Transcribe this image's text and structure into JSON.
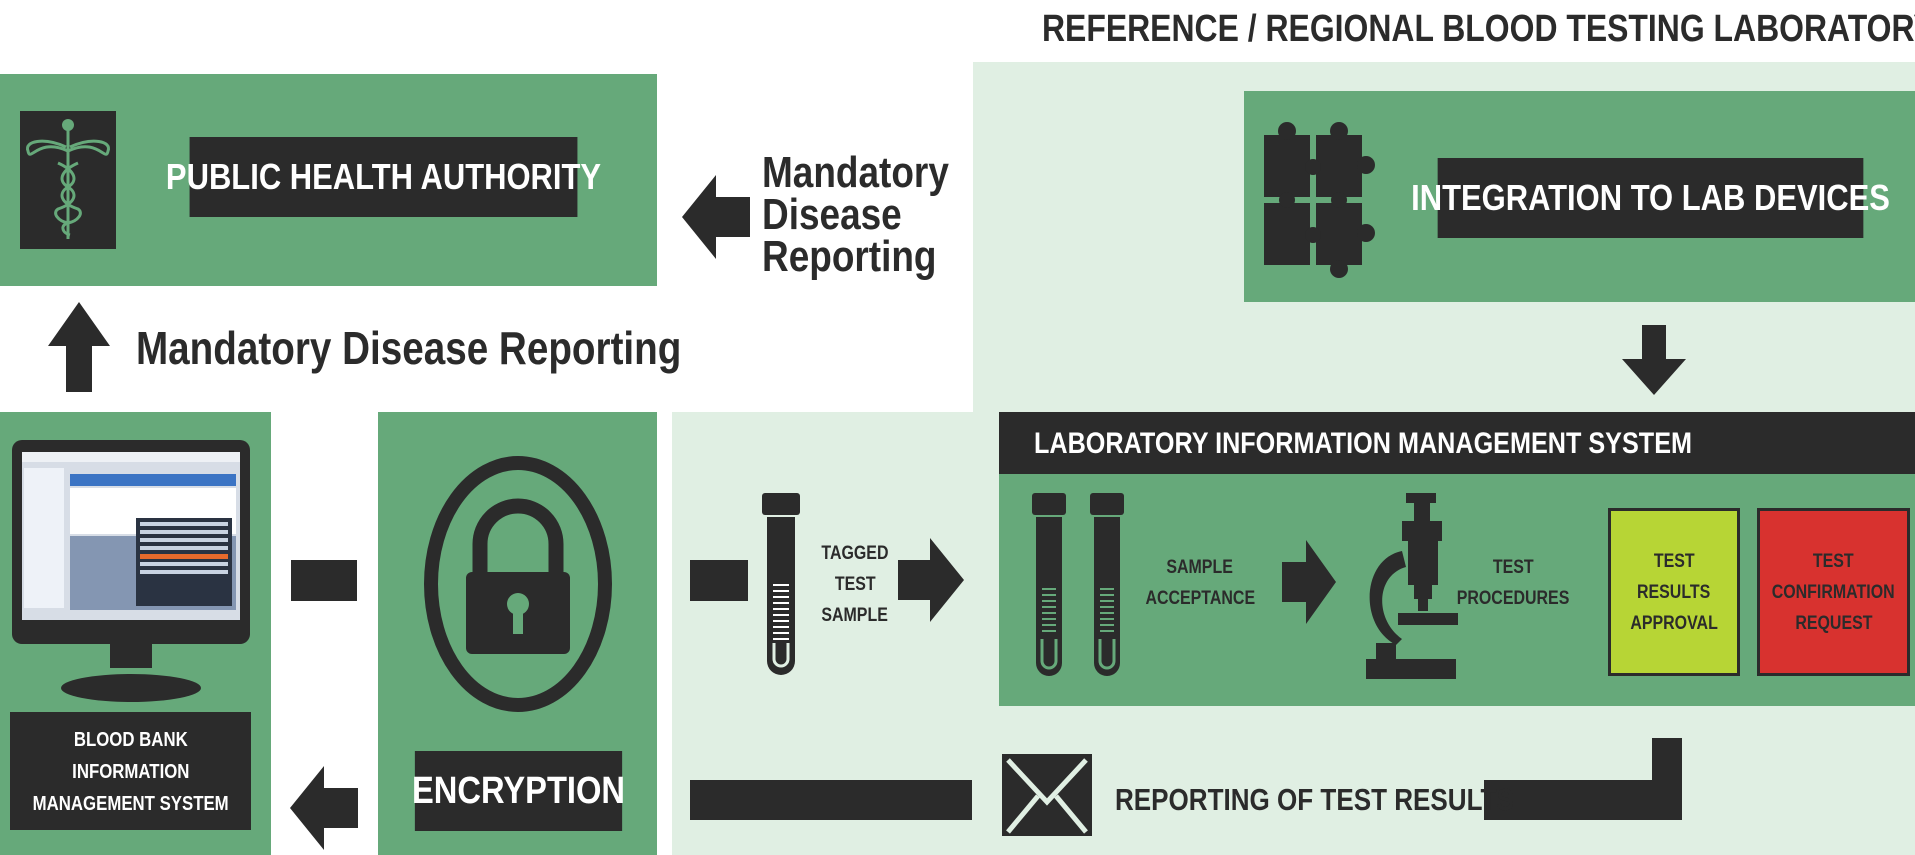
{
  "top_title": "REFERENCE / REGIONAL BLOOD TESTING LABORATORY",
  "public_health": {
    "label": "PUBLIC HEALTH AUTHORITY",
    "icon": "caduceus-icon"
  },
  "reporting_right": [
    "Mandatory",
    "Disease",
    "Reporting"
  ],
  "reporting_left": "Mandatory Disease Reporting",
  "integration": {
    "label": "INTEGRATION TO LAB DEVICES",
    "icon": "puzzle-icon"
  },
  "lims": {
    "title": "LABORATORY INFORMATION MANAGEMENT SYSTEM"
  },
  "tagged_sample": [
    "TAGGED",
    "TEST",
    "SAMPLE"
  ],
  "sample_acceptance": [
    "SAMPLE",
    "ACCEPTANCE"
  ],
  "test_procedures": [
    "TEST",
    "PROCEDURES"
  ],
  "approval": [
    "TEST",
    "RESULTS",
    "APPROVAL"
  ],
  "confirmation": [
    "TEST",
    "CONFIRMATION",
    "REQUEST"
  ],
  "encryption": {
    "label": "ENCRYPTION",
    "icon": "padlock-icon"
  },
  "bbims": [
    "BLOOD BANK",
    "INFORMATION",
    "MANAGEMENT SYSTEM"
  ],
  "reporting_results": "REPORTING OF TEST RESULTS",
  "colors": {
    "green": "#66a97a",
    "light_green": "#e0efe3",
    "dark": "#2b2b2b",
    "approval": "#b7d535",
    "confirmation": "#d8322f"
  }
}
